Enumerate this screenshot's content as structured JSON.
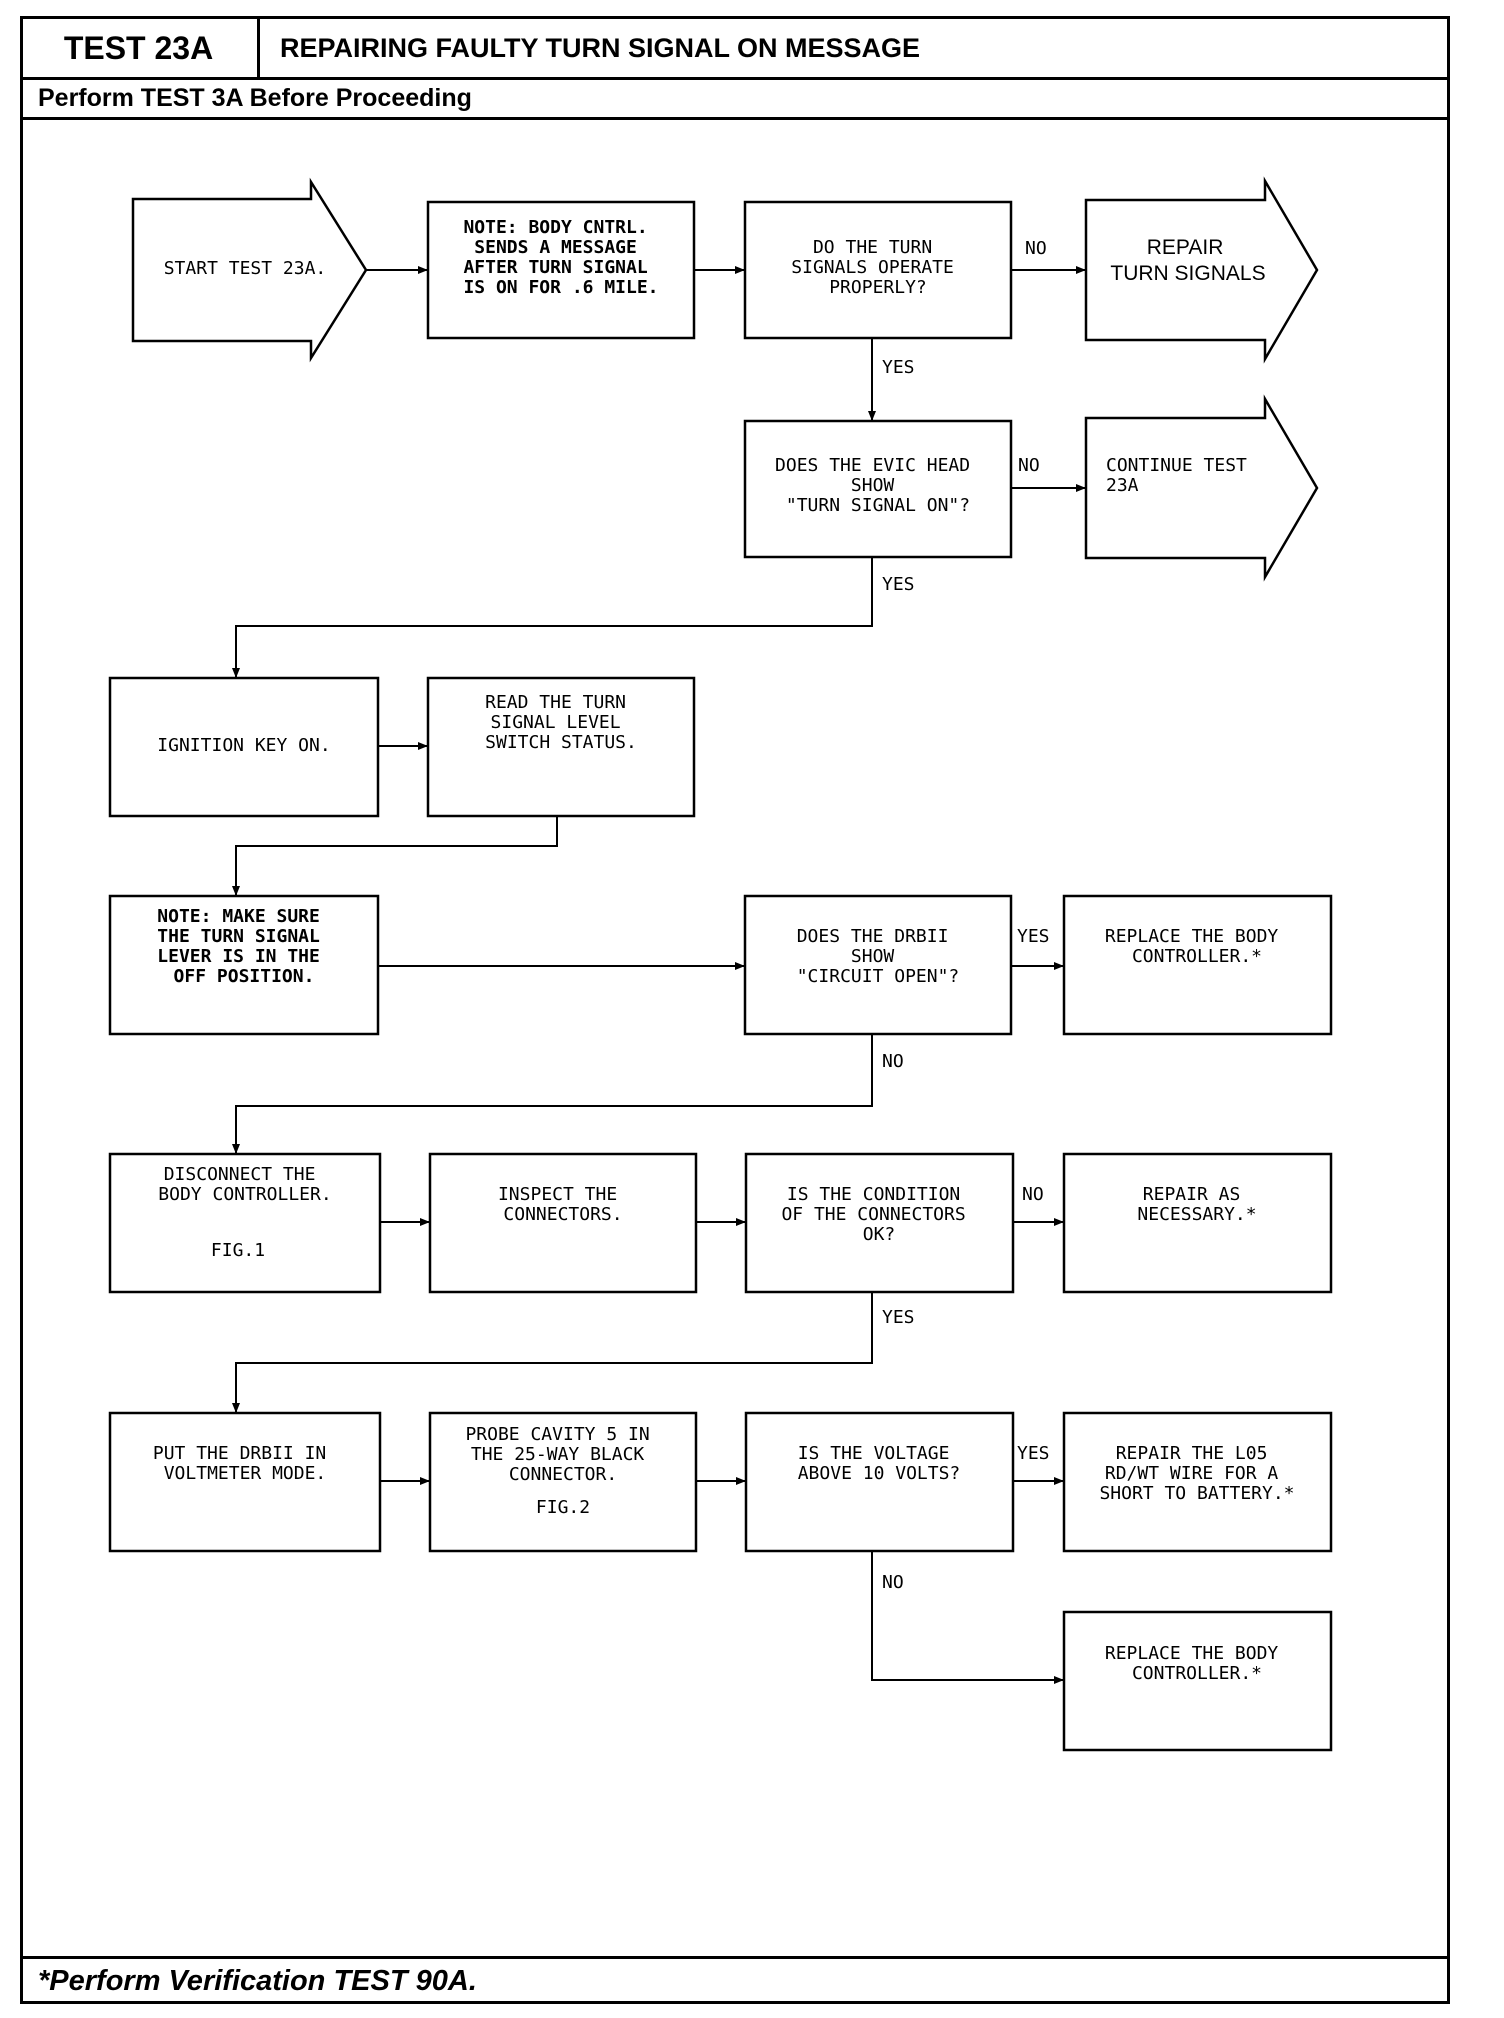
{
  "header": {
    "test_id": "TEST 23A",
    "title": "REPAIRING FAULTY TURN SIGNAL ON MESSAGE",
    "prerequisite": "Perform TEST 3A Before Proceeding"
  },
  "footer": {
    "note": "*Perform Verification TEST 90A."
  },
  "flowchart": {
    "start": [
      "START TEST 23A."
    ],
    "note_body_cntrl": [
      "NOTE: BODY CNTRL.",
      "SENDS A MESSAGE",
      "AFTER TURN SIGNAL",
      "IS ON FOR .6 MILE."
    ],
    "q_turn_signals": [
      "DO THE TURN",
      "SIGNALS OPERATE",
      "PROPERLY?"
    ],
    "repair_turn_signals": [
      "REPAIR",
      "TURN SIGNALS"
    ],
    "q_evic_head": [
      "DOES THE EVIC HEAD",
      "SHOW",
      "\"TURN SIGNAL ON\"?"
    ],
    "continue_test": [
      "CONTINUE TEST",
      "23A"
    ],
    "ignition_on": [
      "IGNITION KEY ON."
    ],
    "read_switch": [
      "READ THE TURN",
      "SIGNAL LEVEL",
      "SWITCH STATUS."
    ],
    "note_lever_off": [
      "NOTE: MAKE SURE",
      "THE TURN SIGNAL",
      "LEVER IS IN THE",
      "OFF POSITION."
    ],
    "q_circuit_open": [
      "DOES THE DRBII",
      "SHOW",
      "\"CIRCUIT OPEN\"?"
    ],
    "replace_body_controller_1": [
      "REPLACE THE BODY",
      "CONTROLLER.*"
    ],
    "disconnect_body": [
      "DISCONNECT THE",
      "BODY CONTROLLER."
    ],
    "disconnect_fig": "FIG.1",
    "inspect_connectors": [
      "INSPECT THE",
      "CONNECTORS."
    ],
    "q_connectors_ok": [
      "IS THE CONDITION",
      "OF THE CONNECTORS",
      "OK?"
    ],
    "repair_as_necessary": [
      "REPAIR AS",
      "NECESSARY.*"
    ],
    "put_drbii": [
      "PUT THE DRBII IN",
      "VOLTMETER MODE."
    ],
    "probe_cavity": [
      "PROBE CAVITY 5 IN",
      "THE 25-WAY BLACK",
      "CONNECTOR."
    ],
    "probe_fig": "FIG.2",
    "q_voltage": [
      "IS THE VOLTAGE",
      "ABOVE 10 VOLTS?"
    ],
    "repair_l05": [
      "REPAIR THE L05",
      "RD/WT WIRE FOR A",
      "SHORT TO BATTERY.*"
    ],
    "replace_body_controller_2": [
      "REPLACE THE BODY",
      "CONTROLLER.*"
    ],
    "labels": {
      "no_1": "NO",
      "yes_1": "YES",
      "no_2": "NO",
      "yes_2": "YES",
      "yes_3": "YES",
      "no_3": "NO",
      "no_4": "NO",
      "yes_4": "YES",
      "yes_5": "YES",
      "no_5": "NO"
    }
  }
}
